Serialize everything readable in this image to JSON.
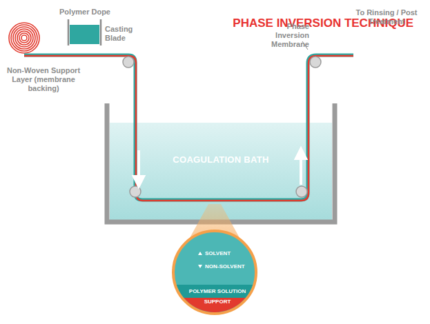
{
  "diagram": {
    "title": "PHASE INVERSION TECHNIQUE",
    "nodes": [
      {
        "text": [
          "Polymer Dope"
        ]
      },
      {
        "text": [
          "COAGULATION BATH"
        ]
      },
      {
        "text": [
          "SOLVENT",
          "NON-SOLVENT"
        ]
      },
      {
        "text": [
          "POLYMER SOLUTION"
        ],
        "in": 2
      },
      {
        "text": [
          "SUPPORT"
        ],
        "in": 2
      }
    ],
    "labels": [
      "Casting Blade",
      "Non-Woven Support Layer (membrane backing)",
      "Phase Inversion Membrane",
      "To Rinsing / Post Treatment"
    ]
  }
}
